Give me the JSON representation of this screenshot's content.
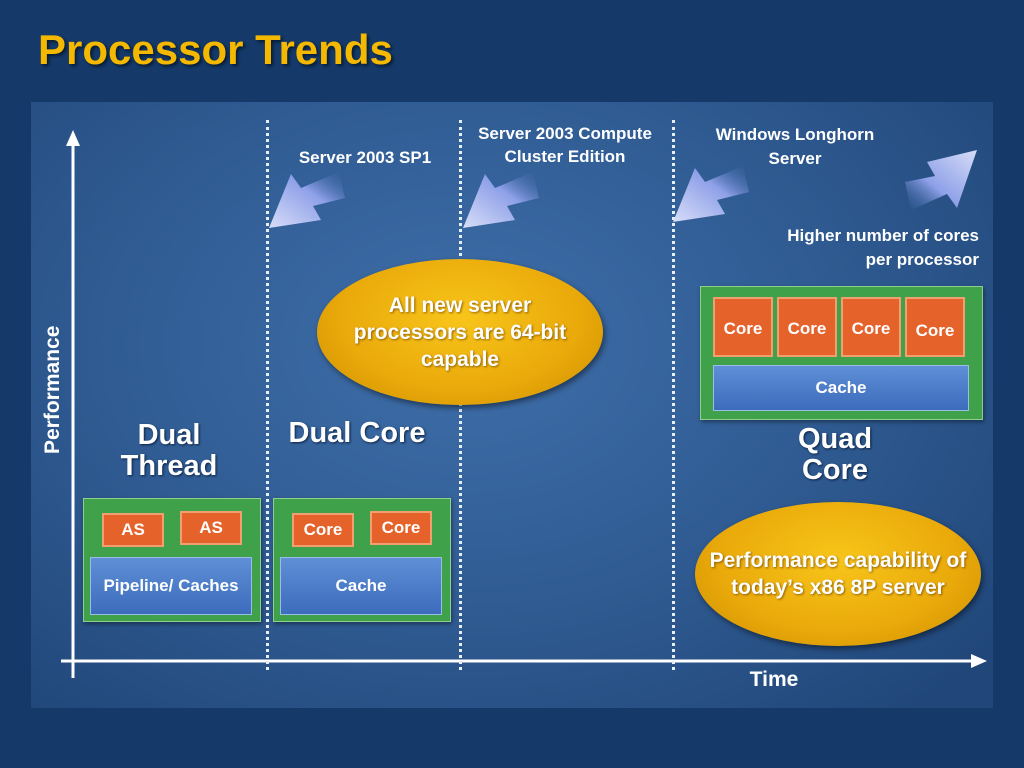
{
  "title": "Processor Trends",
  "axes": {
    "y_label": "Performance",
    "x_label": "Time"
  },
  "milestones": {
    "sp1": "Server 2003 SP1",
    "cluster": "Server 2003 Compute Cluster Edition",
    "longhorn": "Windows Longhorn Server"
  },
  "notes": {
    "higher_cores": "Higher number of cores per processor",
    "sixty_four_bit": "All new server processors are 64-bit capable",
    "performance_8p": "Performance capability of today’s x86 8P server"
  },
  "stages": {
    "dual_thread": {
      "label": "Dual Thread",
      "units": [
        "AS",
        "AS"
      ],
      "base": "Pipeline/ Caches"
    },
    "dual_core": {
      "label": "Dual Core",
      "units": [
        "Core",
        "Core"
      ],
      "base": "Cache"
    },
    "quad_core": {
      "label": "Quad Core",
      "units": [
        "Core",
        "Core",
        "Core",
        "Core"
      ],
      "base": "Cache"
    }
  },
  "colors": {
    "title": "#f5b800",
    "background": "#153a6a",
    "ellipse": "#f0b010",
    "chip_green": "#3fa24a",
    "unit_orange": "#e5622a",
    "base_blue": "#4a7ac8"
  }
}
